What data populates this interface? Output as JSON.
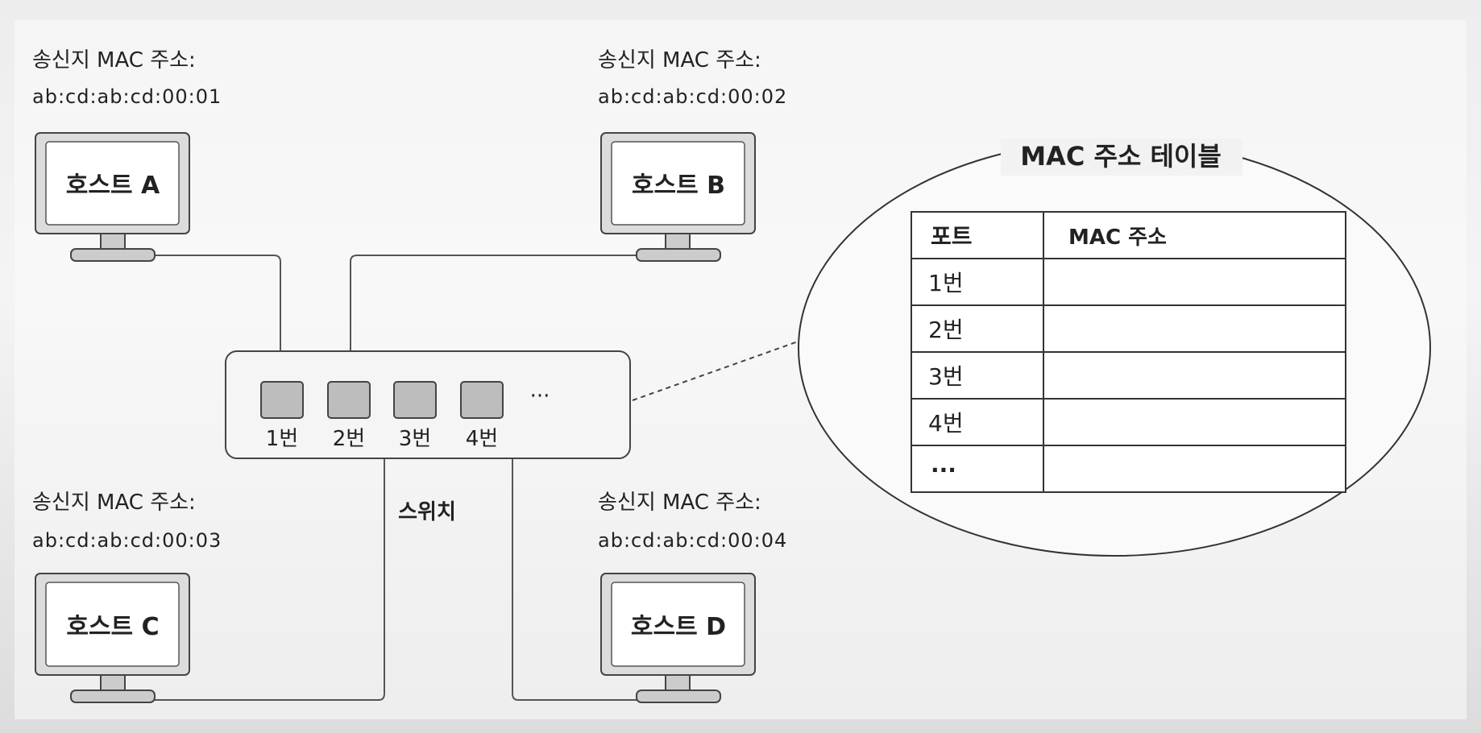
{
  "hosts": [
    {
      "name": "호스트 A",
      "sender_label": "송신지 MAC 주소:",
      "mac": "ab:cd:ab:cd:00:01"
    },
    {
      "name": "호스트 B",
      "sender_label": "송신지 MAC 주소:",
      "mac": "ab:cd:ab:cd:00:02"
    },
    {
      "name": "호스트 C",
      "sender_label": "송신지 MAC 주소:",
      "mac": "ab:cd:ab:cd:00:03"
    },
    {
      "name": "호스트 D",
      "sender_label": "송신지 MAC 주소:",
      "mac": "ab:cd:ab:cd:00:04"
    }
  ],
  "switch": {
    "label": "스위치",
    "ports": [
      "1번",
      "2번",
      "3번",
      "4번"
    ],
    "more": "···"
  },
  "mac_table": {
    "title": "MAC 주소 테이블",
    "headers": [
      "포트",
      "MAC 주소"
    ],
    "rows": [
      {
        "port": "1번",
        "mac": ""
      },
      {
        "port": "2번",
        "mac": ""
      },
      {
        "port": "3번",
        "mac": ""
      },
      {
        "port": "4번",
        "mac": ""
      },
      {
        "port": "···",
        "mac": ""
      }
    ]
  }
}
